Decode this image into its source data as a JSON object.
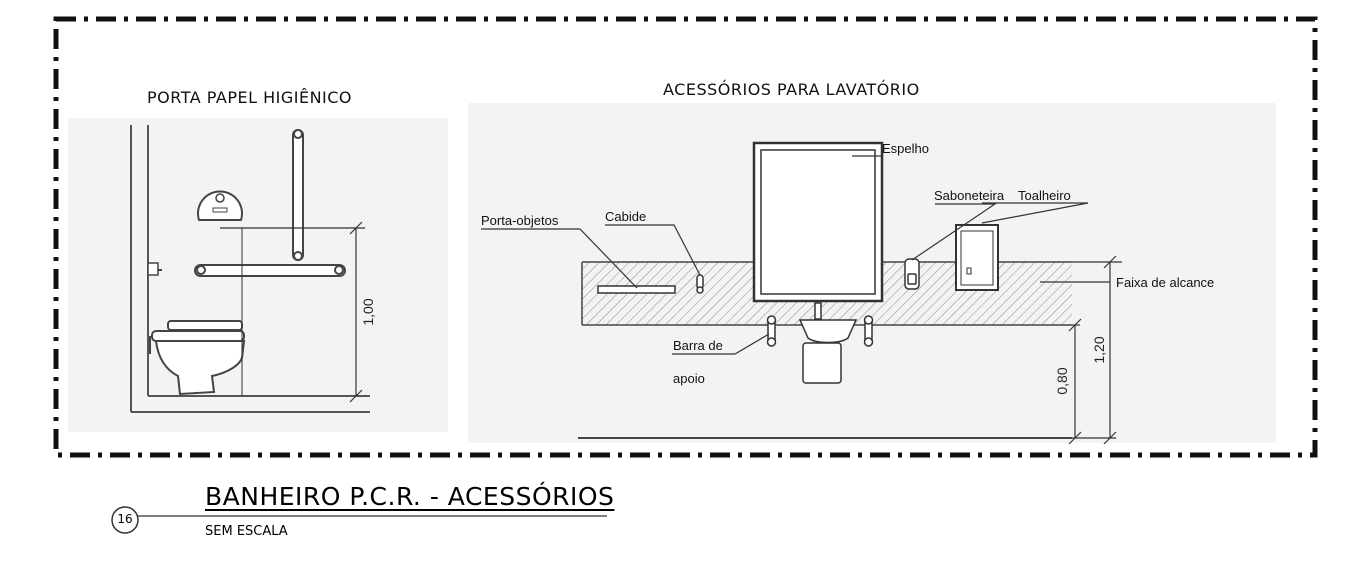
{
  "left_panel": {
    "title": "PORTA PAPEL HIGIÊNICO",
    "dimension": "1,00"
  },
  "right_panel": {
    "title": "ACESSÓRIOS PARA LAVATÓRIO",
    "labels": {
      "espelho": "Espelho",
      "saboneteira": "Saboneteira",
      "toalheiro": "Toalheiro",
      "porta_objetos": "Porta-objetos",
      "cabide": "Cabide",
      "faixa": "Faixa de alcance",
      "barra_1": "Barra de",
      "barra_2": "apoio"
    },
    "dim_low": "0,80",
    "dim_high": "1,20"
  },
  "footer": {
    "ref_number": "16",
    "title": "BANHEIRO P.C.R. - ACESSÓRIOS",
    "subtitle": "SEM ESCALA"
  }
}
